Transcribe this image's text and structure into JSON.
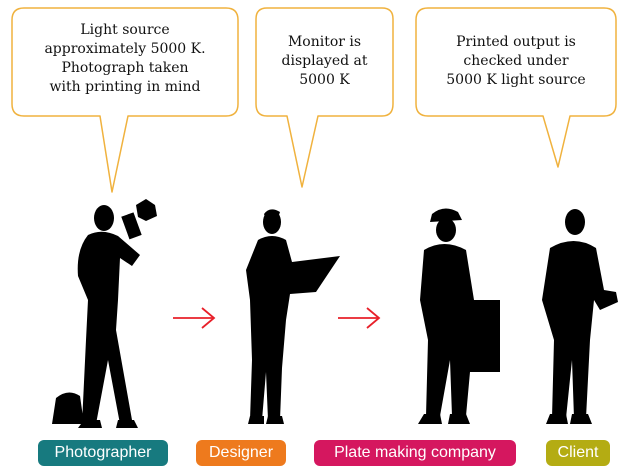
{
  "bubbles": [
    {
      "text": "Light source\napproximately 5000 K.\nPhotograph taken\nwith printing in mind"
    },
    {
      "text": "Monitor is\ndisplayed at\n5000 K"
    },
    {
      "text": "Printed output is\nchecked under\n5000 K light source"
    }
  ],
  "roles": [
    {
      "label": "Photographer",
      "color": "#177a7f"
    },
    {
      "label": "Designer",
      "color": "#ee7a1d"
    },
    {
      "label": "Plate making company",
      "color": "#d5175f"
    },
    {
      "label": "Client",
      "color": "#b4ac13"
    }
  ],
  "colors": {
    "bubble_border": "#f0b23e",
    "arrow": "#e8202a",
    "silhouette": "#000000"
  }
}
